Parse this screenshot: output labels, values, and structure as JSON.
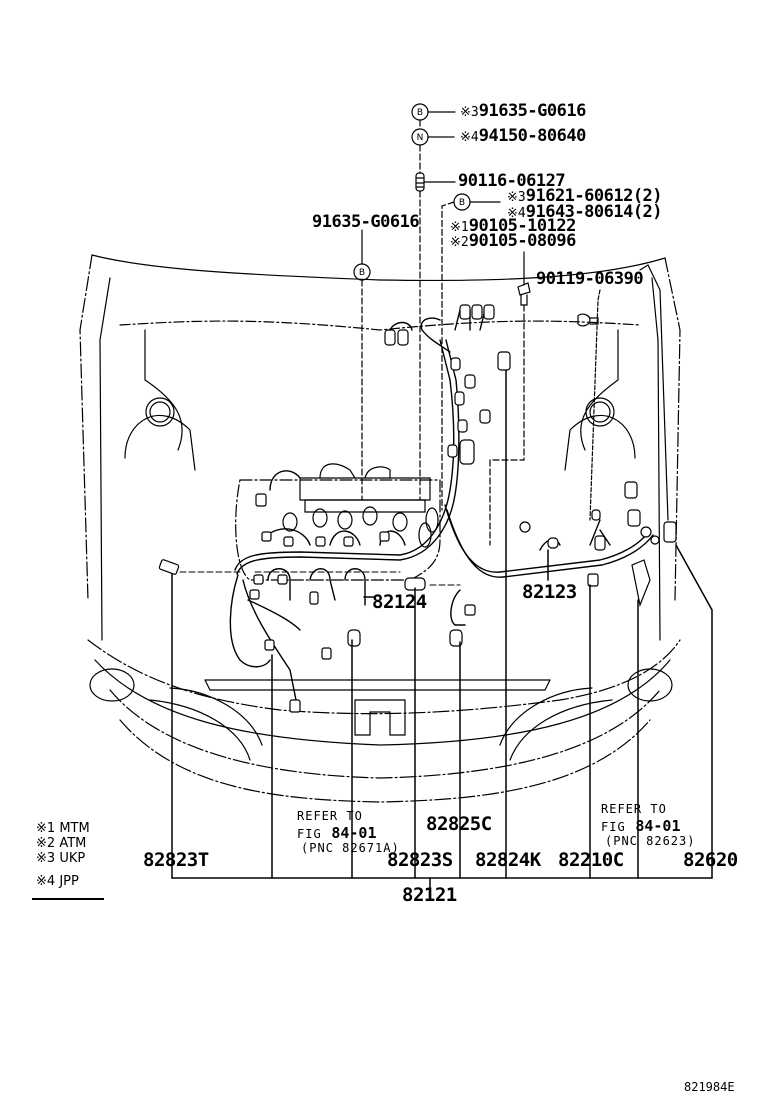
{
  "figure": {
    "code": "821984E"
  },
  "top_parts": [
    {
      "id": "b1",
      "symbol": "B",
      "note": "※3",
      "part_no": "91635-G0616"
    },
    {
      "id": "n1",
      "symbol": "N",
      "note": "※4",
      "part_no": "94150-80640"
    },
    {
      "id": "stud",
      "part_no": "90116-06127"
    },
    {
      "id": "b2",
      "symbol": "B",
      "note": "※3",
      "part_no": "91621-60612(2)"
    },
    {
      "id": "b2b",
      "note": "※4",
      "part_no": "91643-80614(2)"
    },
    {
      "id": "bolt1",
      "note": "※1",
      "part_no": "90105-10122"
    },
    {
      "id": "bolt2",
      "note": "※2",
      "part_no": "90105-08096"
    },
    {
      "id": "b3",
      "symbol": "B",
      "part_no": "91635-G0616"
    },
    {
      "id": "screw",
      "part_no": "90119-06390"
    }
  ],
  "harness_labels": {
    "p82124": "82124",
    "p82123": "82123"
  },
  "bottom_parts": {
    "p82823T": "82823T",
    "p82825C": "82825C",
    "p82823S": "82823S",
    "p82824K": "82824K",
    "p82210C": "82210C",
    "p82620": "82620",
    "p82121": "82121"
  },
  "refer_notes": [
    {
      "line1": "REFER TO",
      "line2_prefix": "FIG",
      "line2_fig": "84-01",
      "line3": "(PNC 82671A)"
    },
    {
      "line1": "REFER TO",
      "line2_prefix": "FIG",
      "line2_fig": "84-01",
      "line3": "(PNC 82623)"
    }
  ],
  "legend": [
    {
      "mark": "※1",
      "text": "MTM"
    },
    {
      "mark": "※2",
      "text": "ATM"
    },
    {
      "mark": "※3",
      "text": "UKP"
    },
    {
      "mark": "※4",
      "text": "JPP"
    }
  ]
}
